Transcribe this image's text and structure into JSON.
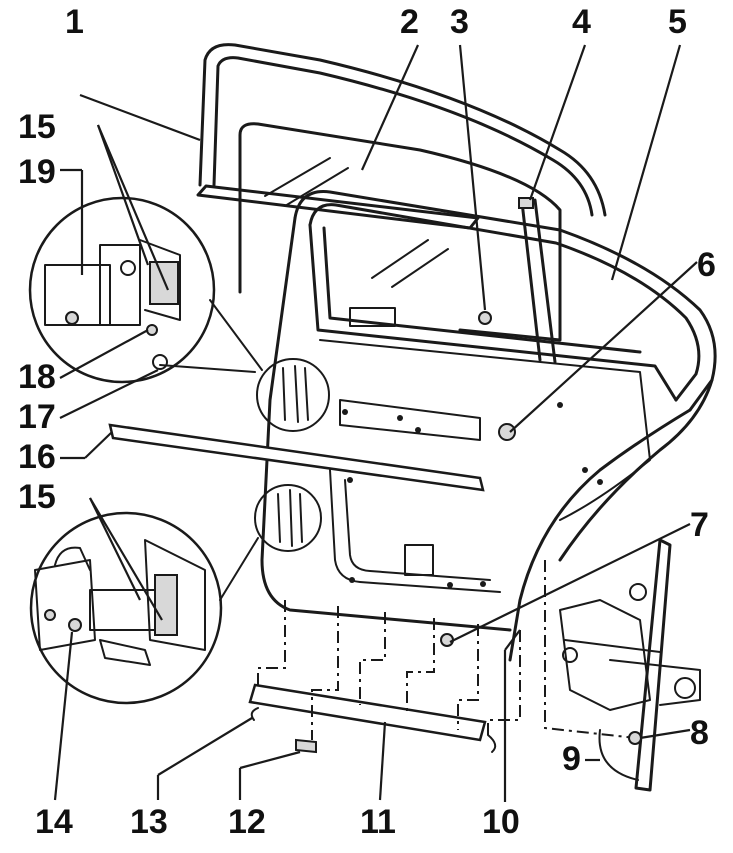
{
  "callouts": [
    {
      "id": "c1",
      "text": "1"
    },
    {
      "id": "c2",
      "text": "2"
    },
    {
      "id": "c3",
      "text": "3"
    },
    {
      "id": "c4",
      "text": "4"
    },
    {
      "id": "c5",
      "text": "5"
    },
    {
      "id": "c6",
      "text": "6"
    },
    {
      "id": "c7",
      "text": "7"
    },
    {
      "id": "c8",
      "text": "8"
    },
    {
      "id": "c9",
      "text": "9"
    },
    {
      "id": "c10",
      "text": "10"
    },
    {
      "id": "c11",
      "text": "11"
    },
    {
      "id": "c12",
      "text": "12"
    },
    {
      "id": "c13",
      "text": "13"
    },
    {
      "id": "c14",
      "text": "14"
    },
    {
      "id": "c15a",
      "text": "15"
    },
    {
      "id": "c15b",
      "text": "15"
    },
    {
      "id": "c16",
      "text": "16"
    },
    {
      "id": "c17",
      "text": "17"
    },
    {
      "id": "c18",
      "text": "18"
    },
    {
      "id": "c19",
      "text": "19"
    }
  ]
}
